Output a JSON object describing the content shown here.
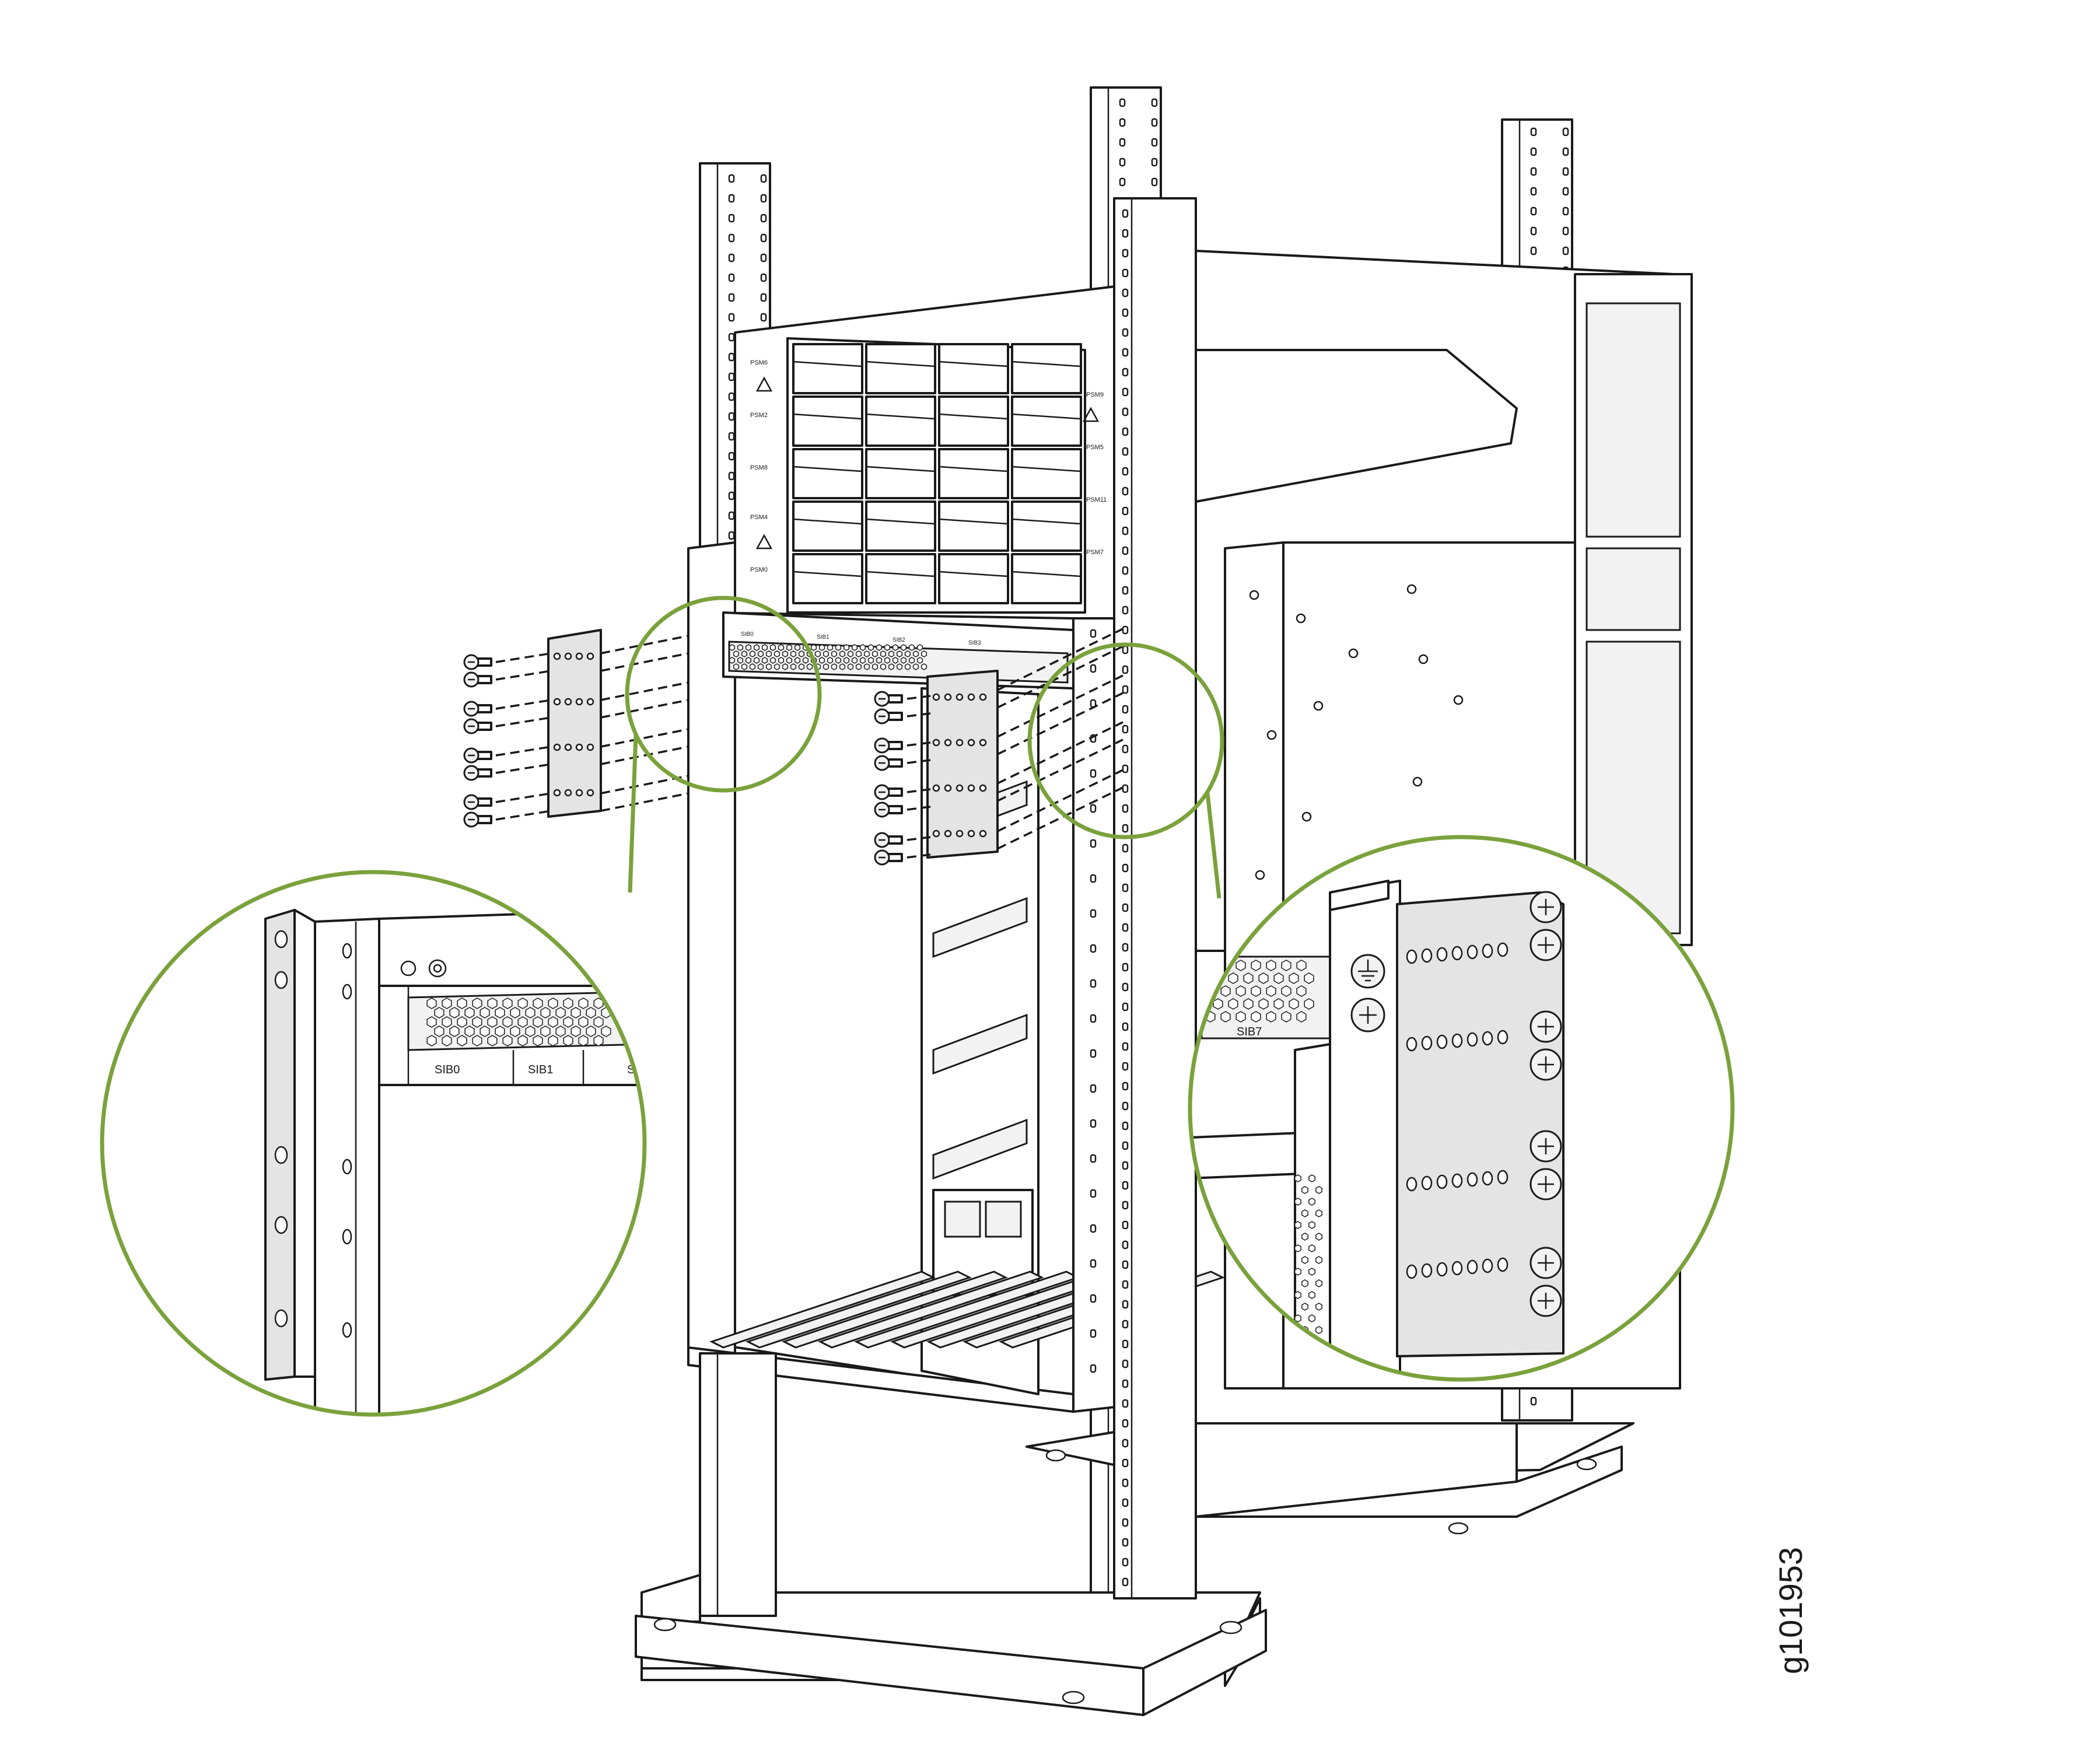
{
  "figure_id": "g101953",
  "callout_color": "#7aa23c",
  "panel_labels": {
    "psm_left": [
      "PSM6",
      "PSM2",
      "PSM8",
      "PSM4",
      "PSM0"
    ],
    "psm_right": [
      "PSM9",
      "PSM5",
      "PSM11",
      "PSM7"
    ],
    "sib_top": [
      "SIB0",
      "SIB1",
      "SIB2",
      "SIB3"
    ],
    "sib_left_zoom": [
      "SIB0",
      "SIB1",
      "SI"
    ],
    "sib_right_zoom": "SIB7"
  },
  "icons": [
    "warning-triangle-icon",
    "ground-symbol-icon",
    "screw-icon"
  ]
}
